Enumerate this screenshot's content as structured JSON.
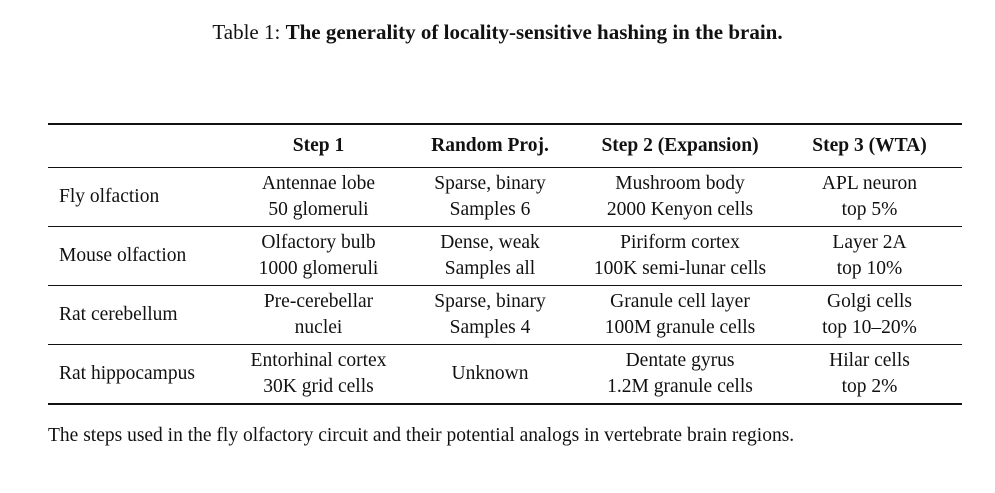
{
  "caption": {
    "prefix": "Table 1:",
    "title": "The generality of locality-sensitive hashing in the brain."
  },
  "table": {
    "headers": [
      "",
      "Step 1",
      "Random Proj.",
      "Step 2 (Expansion)",
      "Step 3 (WTA)"
    ],
    "rows": [
      {
        "label": "Fly olfaction",
        "cells": [
          [
            "Antennae lobe",
            "50 glomeruli"
          ],
          [
            "Sparse, binary",
            "Samples 6"
          ],
          [
            "Mushroom body",
            "2000 Kenyon cells"
          ],
          [
            "APL neuron",
            "top 5%"
          ]
        ]
      },
      {
        "label": "Mouse olfaction",
        "cells": [
          [
            "Olfactory bulb",
            "1000 glomeruli"
          ],
          [
            "Dense, weak",
            "Samples all"
          ],
          [
            "Piriform cortex",
            "100K semi-lunar cells"
          ],
          [
            "Layer 2A",
            "top 10%"
          ]
        ]
      },
      {
        "label": "Rat cerebellum",
        "cells": [
          [
            "Pre-cerebellar",
            "nuclei"
          ],
          [
            "Sparse, binary",
            "Samples 4"
          ],
          [
            "Granule cell layer",
            "100M granule cells"
          ],
          [
            "Golgi cells",
            "top 10–20%"
          ]
        ]
      },
      {
        "label": "Rat hippocampus",
        "cells": [
          [
            "Entorhinal cortex",
            "30K grid cells"
          ],
          [
            "Unknown"
          ],
          [
            "Dentate gyrus",
            "1.2M granule cells"
          ],
          [
            "Hilar cells",
            "top 2%"
          ]
        ]
      }
    ]
  },
  "note": "The steps used in the fly olfactory circuit and their potential analogs in vertebrate brain regions."
}
